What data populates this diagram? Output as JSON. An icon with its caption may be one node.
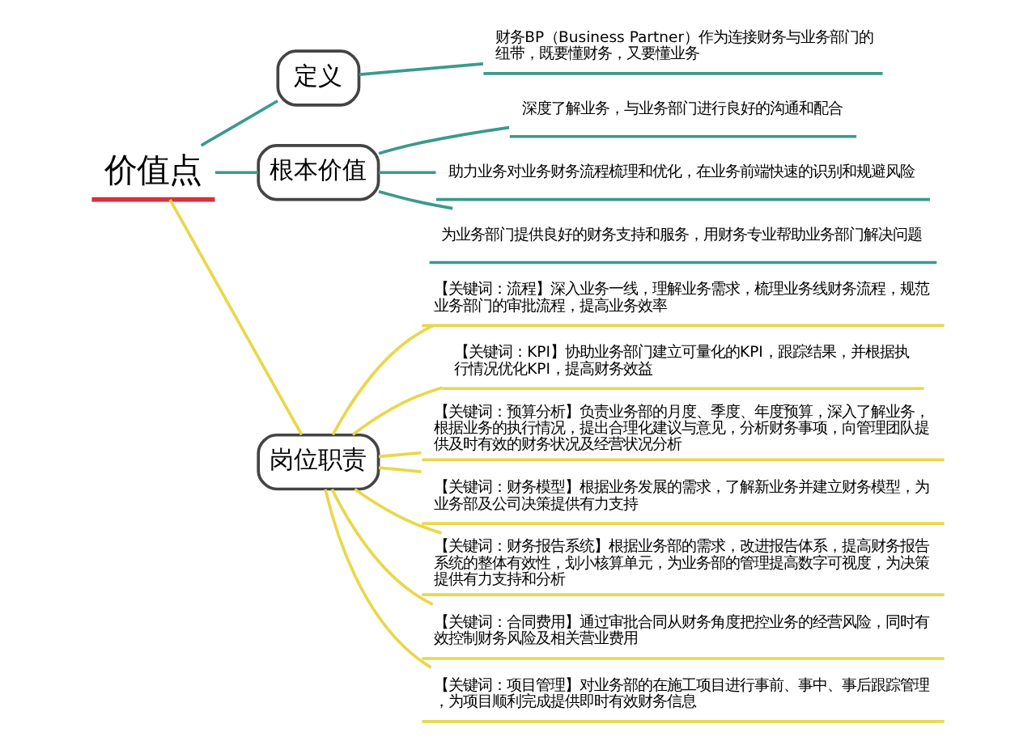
{
  "diagram": {
    "nodes": [
      {
        "text": [
          "价值点"
        ]
      },
      {
        "text": [
          "定义"
        ]
      },
      {
        "text": [
          "财务BP（Business Partner）作为连接财务与业务部门的纽带，既要懂财务，又要懂业务"
        ]
      },
      {
        "text": [
          "根本价值"
        ]
      },
      {
        "text": [
          "深度了解业务，与业务部门进行良好的沟通和配合"
        ]
      },
      {
        "text": [
          "助力业务对业务财务流程梳理和优化，在业务前端快速的识别和规避风险"
        ]
      },
      {
        "text": [
          "为业务部门提供良好的财务支持和服务，用财务专业帮助业务部门解决问题"
        ]
      },
      {
        "text": [
          "岗位职责"
        ]
      },
      {
        "text": [
          "【关键词：流程】深入业务一线，理解业务需求，梳理业务线财务流程，规范业务部门的审批流程，提高业务效率"
        ]
      },
      {
        "text": [
          "【关键词：KPI】协助业务部门建立可量化的KPI，跟踪结果，并根据执行情况优化KPI，提高财务效益"
        ]
      },
      {
        "text": [
          "【关键词：预算分析】负责业务部的月度、季度、年度预算，深入了解业务，根据业务的执行情况，提出合理化建议与意见，分析财务事项，向管理团队提供及时有效的财务状况及经营状况分析"
        ]
      },
      {
        "text": [
          "【关键词：财务模型】根据业务发展的需求，了解新业务并建立财务模型，为业务部及公司决策提供有力支持"
        ]
      },
      {
        "text": [
          "【关键词：财务报告系统】根据业务部的需求，改进报告体系，提高财务报告系统的整体有效性，划小核算单元，为业务部的管理提高数字可视度，为决策提供有力支持和分析"
        ]
      },
      {
        "text": [
          "【关键词：合同费用】通过审批合同从财务角度把控业务的经营风险，同时有效控制财务风险及相关营业费用"
        ]
      },
      {
        "text": [
          "【关键词：项目管理】对业务部的在施工项目进行事前、事中、事后跟踪管理，为项目顺利完成提供即时有效财务信息"
        ]
      }
    ],
    "edges": [
      {
        "from": 0,
        "to": 1,
        "arrow": "none",
        "color": "#3a9a8c"
      },
      {
        "from": 1,
        "to": 2,
        "arrow": "none",
        "color": "#3a9a8c"
      },
      {
        "from": 0,
        "to": 3,
        "arrow": "none",
        "color": "#3a9a8c"
      },
      {
        "from": 3,
        "to": 4,
        "arrow": "none",
        "color": "#3a9a8c"
      },
      {
        "from": 3,
        "to": 5,
        "arrow": "none",
        "color": "#3a9a8c"
      },
      {
        "from": 3,
        "to": 6,
        "arrow": "none",
        "color": "#3a9a8c"
      },
      {
        "from": 0,
        "to": 7,
        "arrow": "none"
      },
      {
        "from": 7,
        "to": 8,
        "arrow": "none"
      },
      {
        "from": 7,
        "to": 9,
        "arrow": "none"
      },
      {
        "from": 7,
        "to": 10,
        "arrow": "none"
      },
      {
        "from": 7,
        "to": 11,
        "arrow": "none"
      },
      {
        "from": 7,
        "to": 12,
        "arrow": "none"
      },
      {
        "from": 7,
        "to": 13,
        "arrow": "none"
      },
      {
        "from": 7,
        "to": 14,
        "arrow": "none"
      }
    ]
  }
}
